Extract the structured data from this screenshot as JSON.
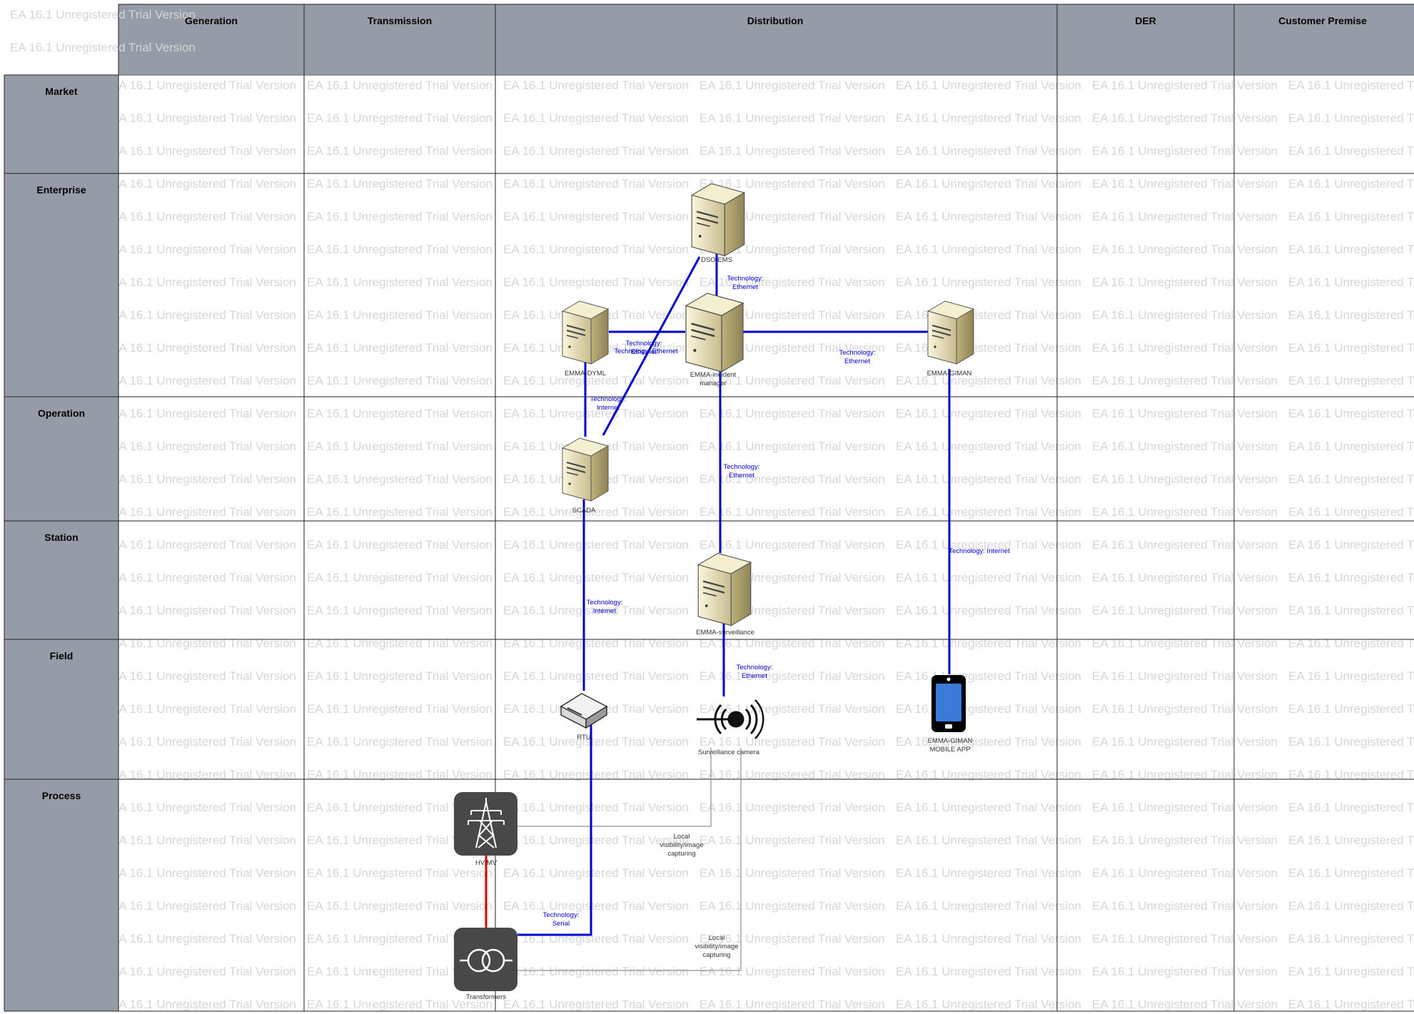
{
  "watermark": "EA 16.1 Unregistered Trial Version",
  "columns": [
    "Generation",
    "Transmission",
    "Distribution",
    "DER",
    "Customer Premise"
  ],
  "rows": [
    "Market",
    "Enterprise",
    "Operation",
    "Station",
    "Field",
    "Process"
  ],
  "nodes": {
    "dso_ems": "DSO EMS",
    "emma_dyml": "EMMA-DYML",
    "emma_incident_1": "EMMA-incident",
    "emma_incident_2": "manager",
    "emma_giman": "EMMA-GIMAN",
    "scada": "SCADA",
    "emma_surveillance": "EMMA-surveillance",
    "rtu": "RTU",
    "surveillance_camera": "Surveillance camera",
    "mobile_1": "EMMA-GIMAN",
    "mobile_2": "MOBILE APP",
    "hvmv": "HV/MV",
    "transformers": "Transformers"
  },
  "connections": {
    "c1a": "Technology:",
    "c1b": "Ethernet",
    "c2a": "Technology:",
    "c2b": "Ethernet",
    "c3a": "Technology:",
    "c3b": "Ethernet",
    "c4a": "Technology: Ethernet",
    "c5a": "Technology:",
    "c5b": "Internet",
    "c6a": "Technology:",
    "c6b": "Ethernet",
    "c7a": "Technology:",
    "c7b": "Internet",
    "c8a": "Technology: Internet",
    "c9a": "Technology:",
    "c9b": "Ethernet",
    "c10a": "Technology:",
    "c10b": "Serial"
  },
  "notes": {
    "n1a": "Local",
    "n1b": "visibility/image",
    "n1c": "capturing",
    "n2a": "Local",
    "n2b": "visibility/image",
    "n2c": "capturing"
  },
  "colors": {
    "header_bg": "#959ca7",
    "link": "#0000cc",
    "power_link": "#e00000",
    "gray_link": "#909090"
  }
}
